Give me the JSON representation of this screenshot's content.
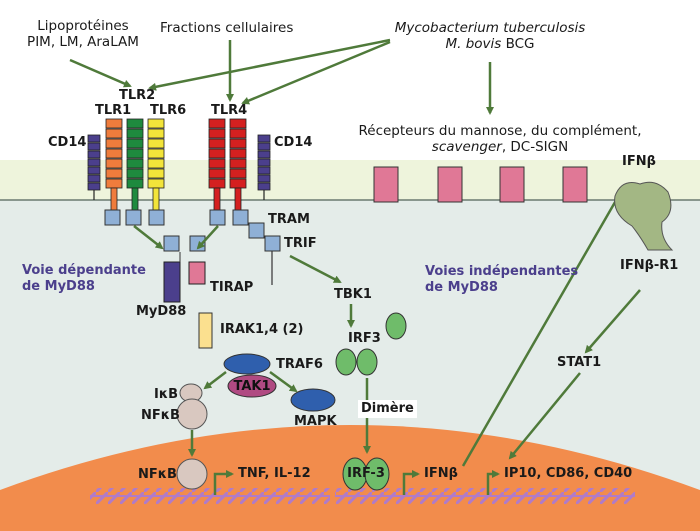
{
  "sources": {
    "lipoproteins_line1": "Lipoprotéines",
    "lipoproteins_line2": "PIM, LM, AraLAM",
    "cell_fractions": "Fractions cellulaires",
    "mycobacterium": "Mycobacterium tuberculosis",
    "bovis_species": "M. bovis",
    "bovis_strain": "BCG"
  },
  "receptors": {
    "tlr2": "TLR2",
    "tlr1": "TLR1",
    "tlr6": "TLR6",
    "tlr4": "TLR4",
    "cd14_left": "CD14",
    "cd14_right": "CD14",
    "mannose_line1": "Récepteurs du mannose, du complément,",
    "mannose_scavenger": "scavenger",
    "mannose_rest": ", DC-SIGN",
    "ifnb_top": "IFNβ",
    "ifnb_r1": "IFNβ-R1"
  },
  "adaptors": {
    "tram": "TRAM",
    "trif": "TRIF",
    "tirap": "TIRAP",
    "myd88": "MyD88",
    "irak": "IRAK1,4 (2)",
    "traf6": "TRAF6",
    "tak1": "TAK1",
    "ikb": "IκB",
    "nfkb_cyto": "NFκB",
    "mapk": "MAPK",
    "tbk1": "TBK1",
    "irf3": "IRF3",
    "dimere": "Dimère",
    "stat1": "STAT1"
  },
  "pathways": {
    "myd88_dep_line1": "Voie dépendante",
    "myd88_dep_line2": "de MyD88",
    "myd88_indep_line1": "Voies indépendantes",
    "myd88_indep_line2": "de MyD88"
  },
  "nucleus": {
    "nfkb": "NFκB",
    "tnf": "TNF, IL-12",
    "irf3_dimer": "IRF-3",
    "ifnb": "IFNβ",
    "genes": "IP10, CD86, CD40"
  },
  "colors": {
    "membrane": "#eef4dc",
    "cytoplasm": "#e4ece9",
    "nucleus": "#f28c4c",
    "arrow": "#4f7a3a",
    "tlr1": "#ef7c3c",
    "tlr2": "#1e8a3e",
    "tlr6": "#f2e43a",
    "tlr4": "#d42020",
    "cd14": "#4b3f8c",
    "tir_domain": "#8fb0d6",
    "mannose_receptor": "#e07896",
    "irf3": "#6fbc6a",
    "irak": "#fbe08f",
    "traf6": "#2f5fad",
    "tak1": "#b04a82",
    "ikb": "#d9c8c0",
    "ifnb_receptor": "#a3b784",
    "pathway_label": "#4b3f8c",
    "dna": "#b07bc8"
  }
}
